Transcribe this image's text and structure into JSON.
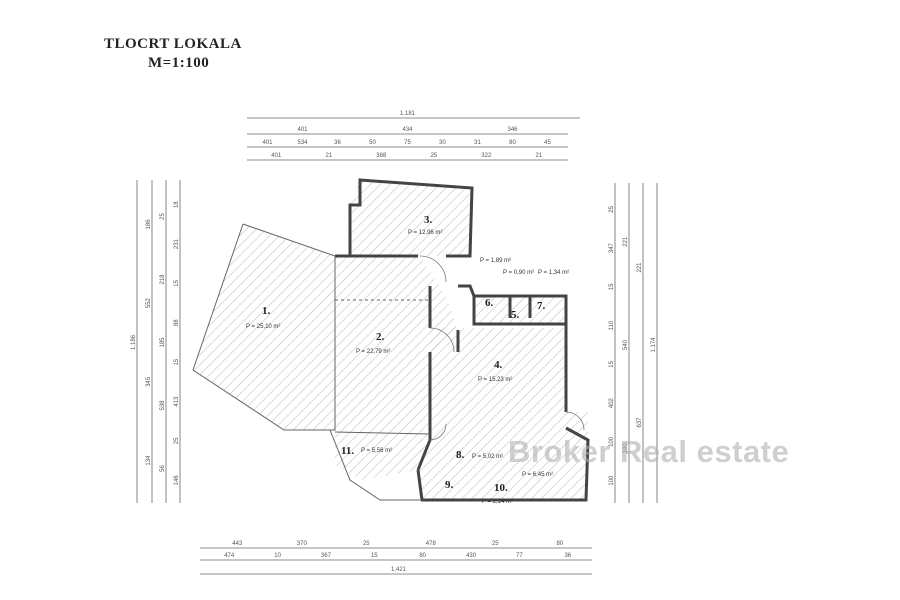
{
  "header": {
    "title": "TLOCRT LOKALA",
    "scale": "M=1:100"
  },
  "watermark": "Broker Real estate",
  "rooms": [
    {
      "number": "1.",
      "area": "P = 25,10 m²"
    },
    {
      "number": "2.",
      "area": "P = 22,79 m²"
    },
    {
      "number": "3.",
      "area": "P = 12,96 m²"
    },
    {
      "number": "4.",
      "area": "P = 15,23 m²"
    },
    {
      "number": "5.",
      "area": ""
    },
    {
      "number": "6.",
      "area": ""
    },
    {
      "number": "7.",
      "area": ""
    },
    {
      "number": "8.",
      "area": "P = 5,02 m²"
    },
    {
      "number": "9.",
      "area": "P = 6,45 m²"
    },
    {
      "number": "10.",
      "area": "P = 2,14 m²"
    },
    {
      "number": "11.",
      "area": "P = 5,56 m²"
    }
  ],
  "small_areas": [
    "P = 1,89 m²",
    "P = 0,90 m²",
    "P = 1,34 m²"
  ],
  "dimensions": {
    "top": [
      [
        "1.181"
      ],
      [
        "401",
        "434",
        "346"
      ],
      [
        "401",
        "534",
        "36",
        "50",
        "75",
        "30",
        "31",
        "80",
        "45"
      ],
      [
        "401",
        "21",
        "388",
        "25",
        "322",
        "21"
      ]
    ],
    "bottom": [
      [
        "443",
        "370",
        "25",
        "478",
        "25",
        "80"
      ],
      [
        "474",
        "10",
        "367",
        "15",
        "80",
        "430",
        "77",
        "36"
      ],
      [
        "1.421"
      ]
    ],
    "left": [
      [
        "1.186"
      ],
      [
        "186",
        "552",
        "345",
        "134"
      ],
      [
        "25",
        "218",
        "185",
        "538",
        "56"
      ],
      [
        "18",
        "231",
        "15",
        "88",
        "15",
        "413",
        "25",
        "146"
      ]
    ],
    "right": [
      [
        "25",
        "347",
        "15",
        "110",
        "15",
        "402",
        "100",
        "100"
      ],
      [
        "221",
        "540",
        "100"
      ],
      [
        "221",
        "637"
      ],
      [
        "1.174"
      ]
    ]
  }
}
